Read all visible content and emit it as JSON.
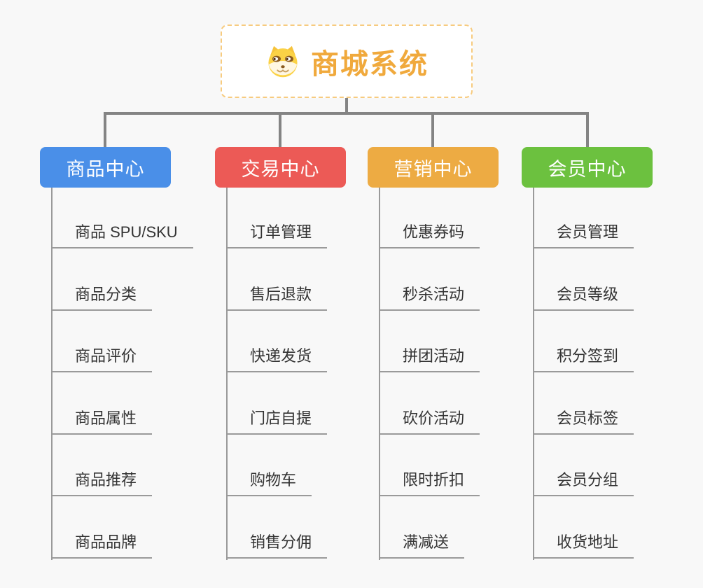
{
  "root": {
    "title": "商城系统",
    "icon": "dog-face-icon",
    "title_color": "#f0a93c",
    "border_color": "#f7cb7f"
  },
  "connector_color": "#848484",
  "background_color": "#f8f8f8",
  "branches": [
    {
      "label": "商品中心",
      "color": "#4a8fe8",
      "items": [
        "商品 SPU/SKU",
        "商品分类",
        "商品评价",
        "商品属性",
        "商品推荐",
        "商品品牌"
      ]
    },
    {
      "label": "交易中心",
      "color": "#ec5a56",
      "items": [
        "订单管理",
        "售后退款",
        "快递发货",
        "门店自提",
        "购物车",
        "销售分佣"
      ]
    },
    {
      "label": "营销中心",
      "color": "#edab43",
      "items": [
        "优惠券码",
        "秒杀活动",
        "拼团活动",
        "砍价活动",
        "限时折扣",
        "满减送"
      ]
    },
    {
      "label": "会员中心",
      "color": "#6cc13f",
      "items": [
        "会员管理",
        "会员等级",
        "积分签到",
        "会员标签",
        "会员分组",
        "收货地址"
      ]
    }
  ]
}
